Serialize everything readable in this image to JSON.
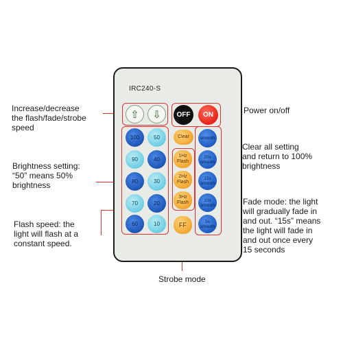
{
  "remote": {
    "model": "IRC240-S",
    "buttons": {
      "up": "⇧",
      "down": "⇩",
      "off": "OFF",
      "on": "ON",
      "b100": "100",
      "b50": "50",
      "b90": "90",
      "b40": "40",
      "b80": "80",
      "b30": "30",
      "b70": "70",
      "b20": "20",
      "b60": "60",
      "b10": "10",
      "clear": "Clear",
      "f1": "1Hz\nFlash",
      "f2": "2Hz\nFlash",
      "f3": "3Hz\nFlash",
      "ff": "FF",
      "smooth": "smooth",
      "s20": "20s\nsmooth",
      "s15": "15s\nsmooth",
      "s10": "10s\nsmooth",
      "s5": "5s\nsmooth"
    }
  },
  "annotations": {
    "increase": "Increase/decrease\nthe flash/fade/strobe\nspeed",
    "power": "Power on/off",
    "clear": "Clear all setting\nand return to 100%\nbrightness",
    "brightness": "Brightness setting:\n“50” means 50%\nbrightness",
    "fade": "Fade mode: the light\nwill gradually fade in\nand out. “15s” means\nthe light will fade in\nand out once every\n15 seconds",
    "flash": "Flash speed: the\nlight will flash at a\nconstant speed.",
    "strobe": "Strobe mode"
  },
  "colors": {
    "annotation_line": "#e03030",
    "remote_body": "#e9ece6"
  }
}
